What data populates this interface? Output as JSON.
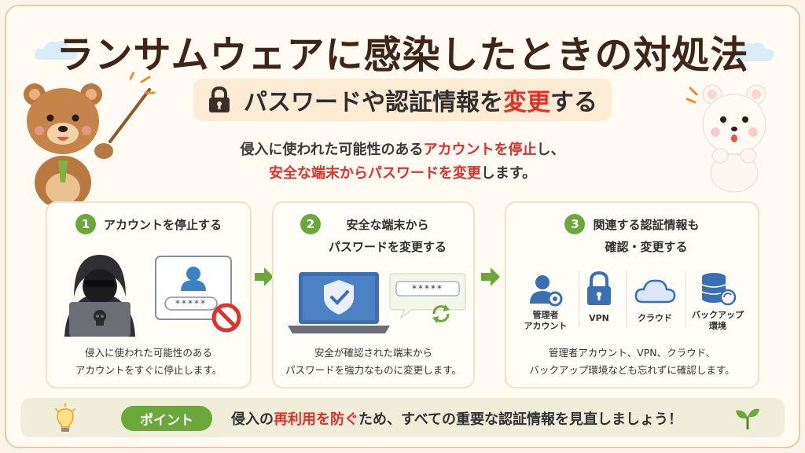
{
  "title": "ランサムウェアに感染したときの対処法",
  "subtitle": {
    "part1": "パスワードや認証情報を",
    "highlight": "変更",
    "part2": "する",
    "icon": "padlock-icon"
  },
  "lead": {
    "line1_a": "侵入に使われた可能性のある",
    "line1_highlight": "アカウントを停止",
    "line1_b": "し、",
    "line2_highlight": "安全な端末からパスワードを変更",
    "line2_b": "します。"
  },
  "steps": [
    {
      "number": "1",
      "title": "アカウントを停止する",
      "desc_line1": "侵入に使われた可能性のある",
      "desc_line2": "アカウントをすぐに停止します。",
      "password_mask": "*****",
      "icons": [
        "hacker-icon",
        "user-account-icon",
        "prohibited-icon"
      ]
    },
    {
      "number": "2",
      "title_line1": "安全な端末から",
      "title_line2": "パスワードを変更する",
      "desc_line1": "安全が確認された端末から",
      "desc_line2": "パスワードを強力なものに変更します。",
      "password_mask": "*****",
      "icons": [
        "laptop-shield-icon",
        "refresh-icon"
      ]
    },
    {
      "number": "3",
      "title_line1": "関連する認証情報も",
      "title_line2": "確認・変更する",
      "items": [
        {
          "label_line1": "管理者",
          "label_line2": "アカウント",
          "icon": "admin-gear-icon"
        },
        {
          "label_line1": "VPN",
          "label_line2": "",
          "icon": "vpn-lock-icon"
        },
        {
          "label_line1": "クラウド",
          "label_line2": "",
          "icon": "cloud-icon"
        },
        {
          "label_line1": "バックアップ",
          "label_line2": "環境",
          "icon": "database-icon"
        }
      ],
      "desc_line1": "管理者アカウント、VPN、クラウド、",
      "desc_line2": "バックアップ環境なども忘れずに確認します。"
    }
  ],
  "point": {
    "badge": "ポイント",
    "text_a": "侵入の",
    "text_highlight": "再利用を防ぐ",
    "text_b": "ため、すべての重要な認証情報を見直しましょう！",
    "icons": [
      "lightbulb-icon",
      "sprout-icon"
    ]
  },
  "colors": {
    "accent_green": "#6aa83a",
    "highlight_red": "#e0312b",
    "subtitle_bg": "#fdebd4",
    "card_border": "#f0e2c3",
    "background": "#fffaf2"
  }
}
